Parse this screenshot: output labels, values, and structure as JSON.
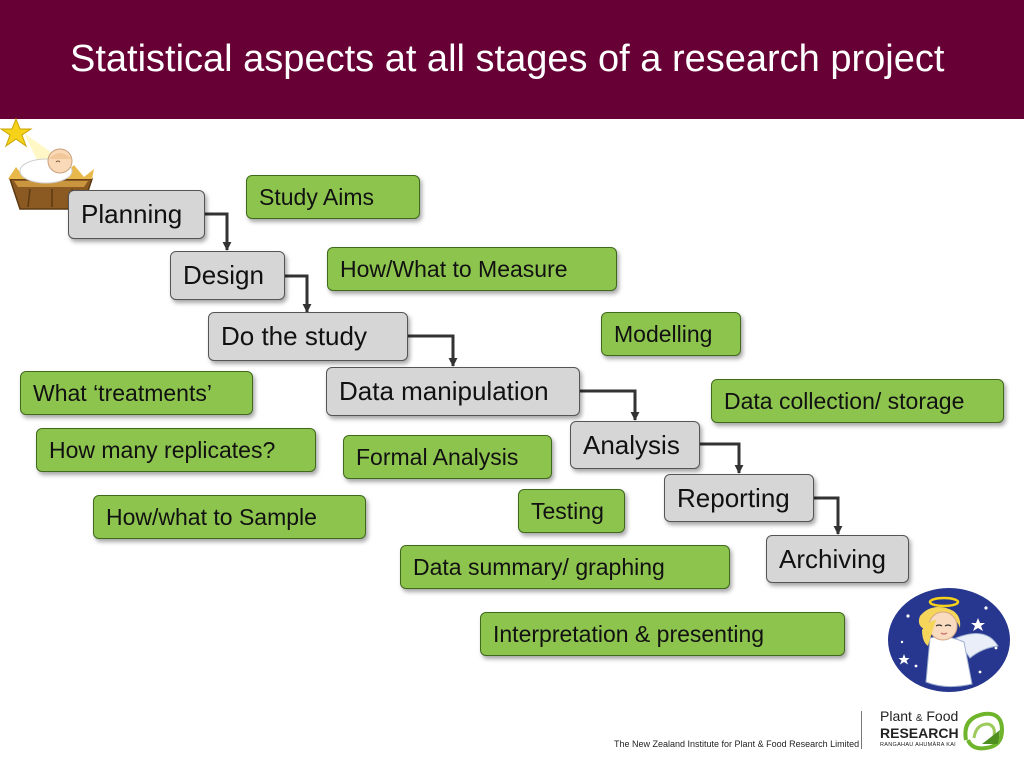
{
  "header": {
    "title": "Statistical aspects at all stages of a research project"
  },
  "stages": [
    {
      "id": "planning",
      "label": "Planning"
    },
    {
      "id": "design",
      "label": "Design"
    },
    {
      "id": "do-study",
      "label": "Do the study"
    },
    {
      "id": "data-manipulation",
      "label": "Data manipulation"
    },
    {
      "id": "analysis",
      "label": "Analysis"
    },
    {
      "id": "reporting",
      "label": "Reporting"
    },
    {
      "id": "archiving",
      "label": "Archiving"
    }
  ],
  "topics": [
    {
      "id": "study-aims",
      "label": "Study Aims"
    },
    {
      "id": "how-what-to-measure",
      "label": "How/What to Measure"
    },
    {
      "id": "modelling",
      "label": "Modelling"
    },
    {
      "id": "what-treatments",
      "label": "What ‘treatments’"
    },
    {
      "id": "data-collection-storage",
      "label": "Data collection/ storage"
    },
    {
      "id": "how-many-replicates",
      "label": "How many replicates?"
    },
    {
      "id": "formal-analysis",
      "label": "Formal Analysis"
    },
    {
      "id": "how-what-to-sample",
      "label": "How/what to Sample"
    },
    {
      "id": "testing",
      "label": "Testing"
    },
    {
      "id": "data-summary-graphing",
      "label": "Data summary/ graphing"
    },
    {
      "id": "interpretation-presenting",
      "label": "Interpretation & presenting"
    }
  ],
  "images": [
    {
      "id": "nativity-image",
      "icon": "baby-in-manger-with-star-icon"
    },
    {
      "id": "angel-image",
      "icon": "angel-icon"
    }
  ],
  "footer": {
    "institute": "The New Zealand Institute for Plant & Food Research Limited",
    "logo_plant": "Plant",
    "logo_amp": "&",
    "logo_food": "Food",
    "logo_research": "RESEARCH",
    "logo_maori": "RANGAHAU AHUMĀRA KAI"
  },
  "colors": {
    "header": "#670034",
    "stage_box": "#d6d6d6",
    "topic_box": "#8dc44e",
    "arrow": "#333333"
  }
}
